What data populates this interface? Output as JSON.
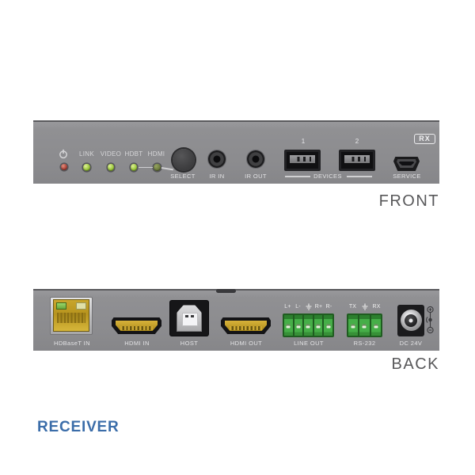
{
  "front": {
    "caption": "FRONT",
    "rx_badge": "RX",
    "indicators": [
      {
        "label": "LINK",
        "state": "on"
      },
      {
        "label": "VIDEO",
        "state": "on"
      },
      {
        "label": "HDBT",
        "state": "on"
      },
      {
        "label": "HDMI",
        "state": "dim"
      }
    ],
    "power_state": "red",
    "select_label": "SELECT",
    "ir_in_label": "IR IN",
    "ir_out_label": "IR OUT",
    "usb_port_labels": [
      "1",
      "2"
    ],
    "devices_label": "DEVICES",
    "service_label": "SERVICE"
  },
  "back": {
    "caption": "BACK",
    "hdbaset_label": "HDBaseT IN",
    "hdmi_in_label": "HDMI IN",
    "host_label": "HOST",
    "hdmi_out_label": "HDMI OUT",
    "line_out": {
      "pins": [
        "L+",
        "L-",
        "⏚",
        "R+",
        "R-"
      ],
      "label": "LINE OUT"
    },
    "rs232": {
      "pins": [
        "TX",
        "⏚",
        "RX"
      ],
      "label": "RS-232"
    },
    "dc_label": "DC 24V"
  },
  "footer_title": "RECEIVER",
  "colors": {
    "panel_gray": "#8b8b8e",
    "led_green": "#9cc83c",
    "led_red": "#b0453a",
    "terminal_green": "#3aa03d",
    "connector_gold": "#c3a02a",
    "accent_blue": "#3b6da9",
    "caption_gray": "#58585a"
  }
}
